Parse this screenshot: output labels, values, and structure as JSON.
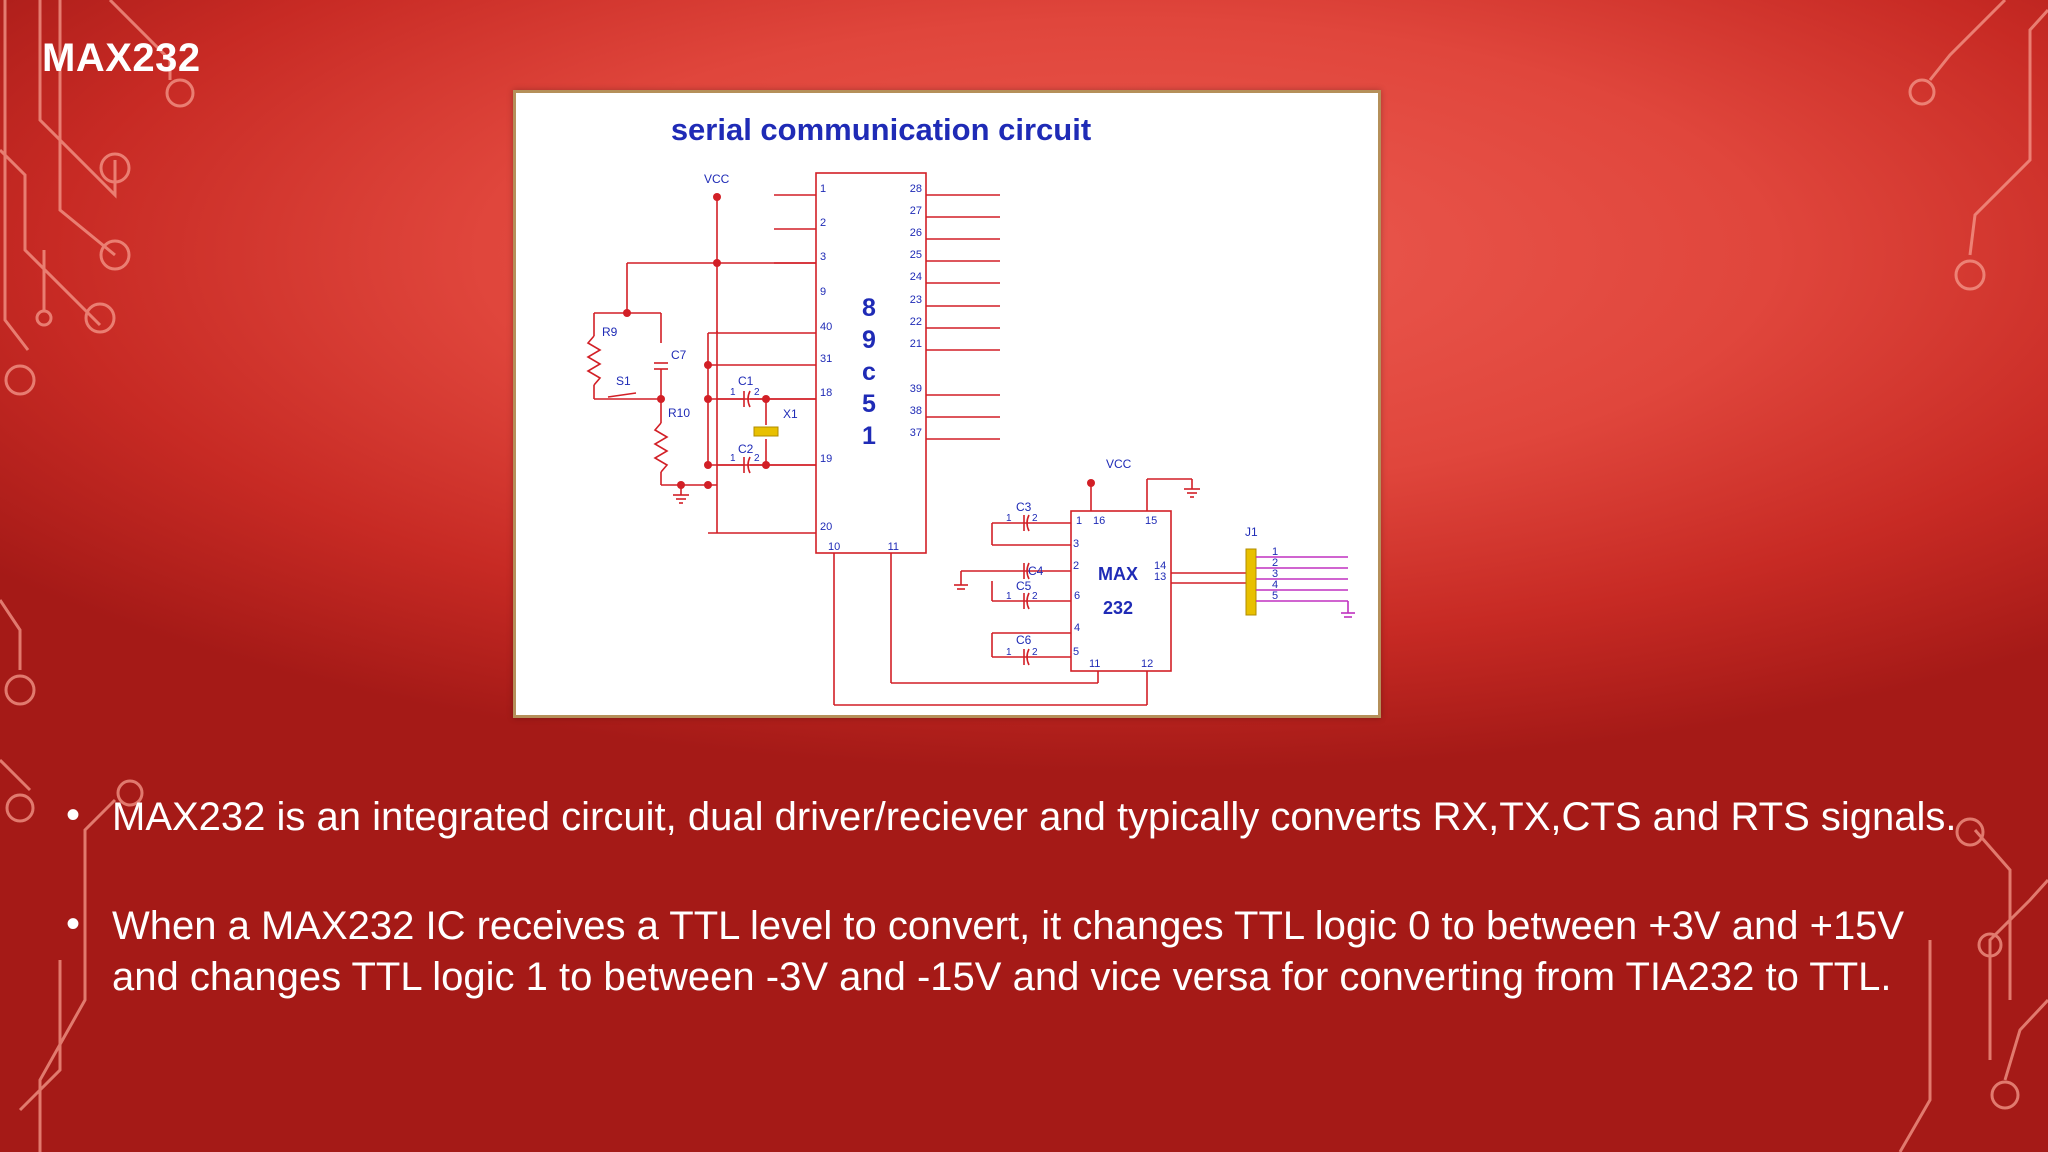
{
  "slide": {
    "title": "MAX232",
    "bullets": [
      "MAX232 is an integrated circuit, dual driver/reciever and typically converts RX,TX,CTS and RTS signals.",
      "When a MAX232 IC receives a TTL  level  to convert, it changes TTL logic 0 to between +3V and +15V and changes TTL logic 1 to between -3V and -15V and vice versa for converting from TIA232 to TTL."
    ]
  },
  "diagram": {
    "title": "serial communication circuit",
    "vcc_label": "VCC",
    "mcu_label": [
      "8",
      "9",
      "c",
      "5",
      "1"
    ],
    "mcu_left_pins": [
      "1",
      "2",
      "3",
      "9",
      "40",
      "31",
      "18",
      "19",
      "20",
      "10"
    ],
    "mcu_right_pins": [
      "28",
      "27",
      "26",
      "25",
      "24",
      "23",
      "22",
      "21",
      "39",
      "38",
      "37",
      "11"
    ],
    "components": {
      "r9": "R9",
      "r10": "R10",
      "s1": "S1",
      "c7": "C7",
      "c1": "C1",
      "c2": "C2",
      "x1": "X1",
      "c3": "C3",
      "c4": "C4",
      "c5": "C5",
      "c6": "C6",
      "j1": "J1"
    },
    "max_label": [
      "MAX",
      "232"
    ],
    "max_pins": [
      "16",
      "15",
      "3",
      "2",
      "6",
      "4",
      "5",
      "11",
      "12",
      "14",
      "13",
      "1"
    ],
    "j1_pins": [
      "1",
      "2",
      "3",
      "4",
      "5"
    ],
    "pin_numbers": {
      "one": "1",
      "two": "2"
    },
    "colors": {
      "wire": "#d21f26",
      "label": "#1f2bb6",
      "connector": "#c030c0",
      "crystal": "#e8c000"
    }
  }
}
